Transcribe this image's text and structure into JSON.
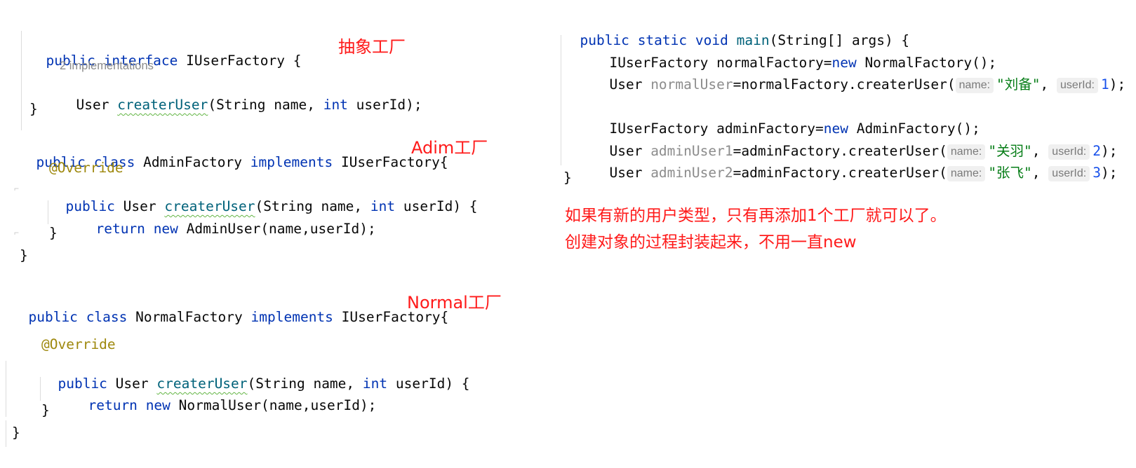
{
  "left": {
    "interface_block": {
      "decl": {
        "public": "public",
        "interface": "interface",
        "name": "IUserFactory {"
      },
      "impl_hint": "2 implementations",
      "method": {
        "ret": "User ",
        "name": "createrUser",
        "params_a": "(String name, ",
        "int": "int",
        "params_b": " userId);"
      },
      "close": "}",
      "label": "抽象工厂"
    },
    "admin_block": {
      "decl": {
        "public": "public",
        "class": "class",
        "name": "AdminFactory",
        "implements": "implements",
        "iface": "IUserFactory{"
      },
      "annotation": "@Override",
      "method": {
        "public": "public",
        "ret": " User ",
        "name": "createrUser",
        "params_a": "(String name, ",
        "int": "int",
        "params_b": " userId) {"
      },
      "body": {
        "return": "return",
        "new": "new",
        "expr": " AdminUser(name,userId);"
      },
      "close_inner": "}",
      "close_outer": "}",
      "label": "Adim工厂"
    },
    "normal_block": {
      "decl": {
        "public": "public",
        "class": "class",
        "name": "NormalFactory",
        "implements": "implements",
        "iface": "IUserFactory{"
      },
      "annotation": "@Override",
      "method": {
        "public": "public",
        "ret": " User ",
        "name": "createrUser",
        "params_a": "(String name, ",
        "int": "int",
        "params_b": " userId) {"
      },
      "body": {
        "return": "return",
        "new": "new",
        "expr": " NormalUser(name,userId);"
      },
      "close_inner": "}",
      "close_outer": "}",
      "label": "Normal工厂"
    }
  },
  "right": {
    "main_decl": {
      "public": "public",
      "static": "static",
      "void": "void",
      "name": "main",
      "rest": "(String[] args) {"
    },
    "line1": {
      "a": "IUserFactory normalFactory=",
      "new": "new",
      "b": " NormalFactory();"
    },
    "line2": {
      "type": "User ",
      "var": "normalUser",
      "call": "=normalFactory.createrUser(",
      "hint_name": "name:",
      "str": "\"刘备\"",
      "comma": ",",
      "hint_id": "userId:",
      "num": "1",
      "end": ");"
    },
    "line3": {
      "a": "IUserFactory adminFactory=",
      "new": "new",
      "b": " AdminFactory();"
    },
    "line4": {
      "type": "User ",
      "var": "adminUser1",
      "call": "=adminFactory.createrUser(",
      "hint_name": "name:",
      "str": "\"关羽\"",
      "comma": ",",
      "hint_id": "userId:",
      "num": "2",
      "end": ");"
    },
    "line5": {
      "type": "User ",
      "var": "adminUser2",
      "call": "=adminFactory.createrUser(",
      "hint_name": "name:",
      "str": "\"张飞\"",
      "comma": ",",
      "hint_id": "userId:",
      "num": "3",
      "end": ");"
    },
    "close": "}",
    "note1": "如果有新的用户类型，只有再添加1个工厂就可以了。",
    "note2": "创建对象的过程封装起来，不用一直new"
  },
  "colors": {
    "keyword": "#0033b3",
    "annotation": "#9e880d",
    "method": "#00627a",
    "string": "#067d17",
    "number": "#1750eb",
    "unused": "#8c8c8c",
    "red_note": "#ff1a1a"
  }
}
